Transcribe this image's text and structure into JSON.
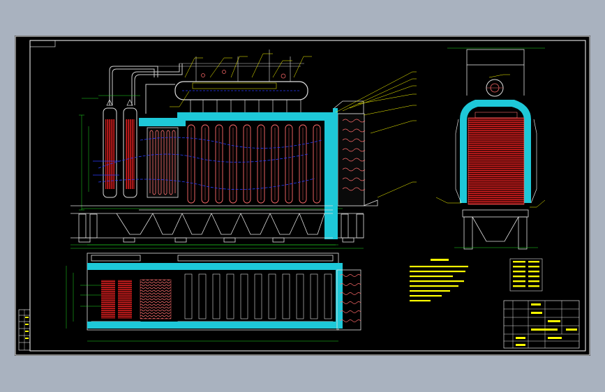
{
  "view": {
    "background": "#a9b2bf",
    "sheet_color": "#000000",
    "colors": {
      "frame": "#ffffff",
      "insulation": "#1ec8d8",
      "tubes": "#ff6a6a",
      "tube_fill": "#cc1c1c",
      "piping_blue": "#2a3cff",
      "dimension": "#22dd22",
      "leader": "#ffff00",
      "outline": "#ffffff",
      "gray": "#b8b8b8"
    }
  },
  "drawing": {
    "views": [
      {
        "name": "front-elevation"
      },
      {
        "name": "side-elevation"
      },
      {
        "name": "plan-view"
      }
    ],
    "symbols": {
      "hatch_icon": "section-hatch",
      "valve_icon": "valve-symbol",
      "arrow_icon": "flow-arrow"
    }
  }
}
